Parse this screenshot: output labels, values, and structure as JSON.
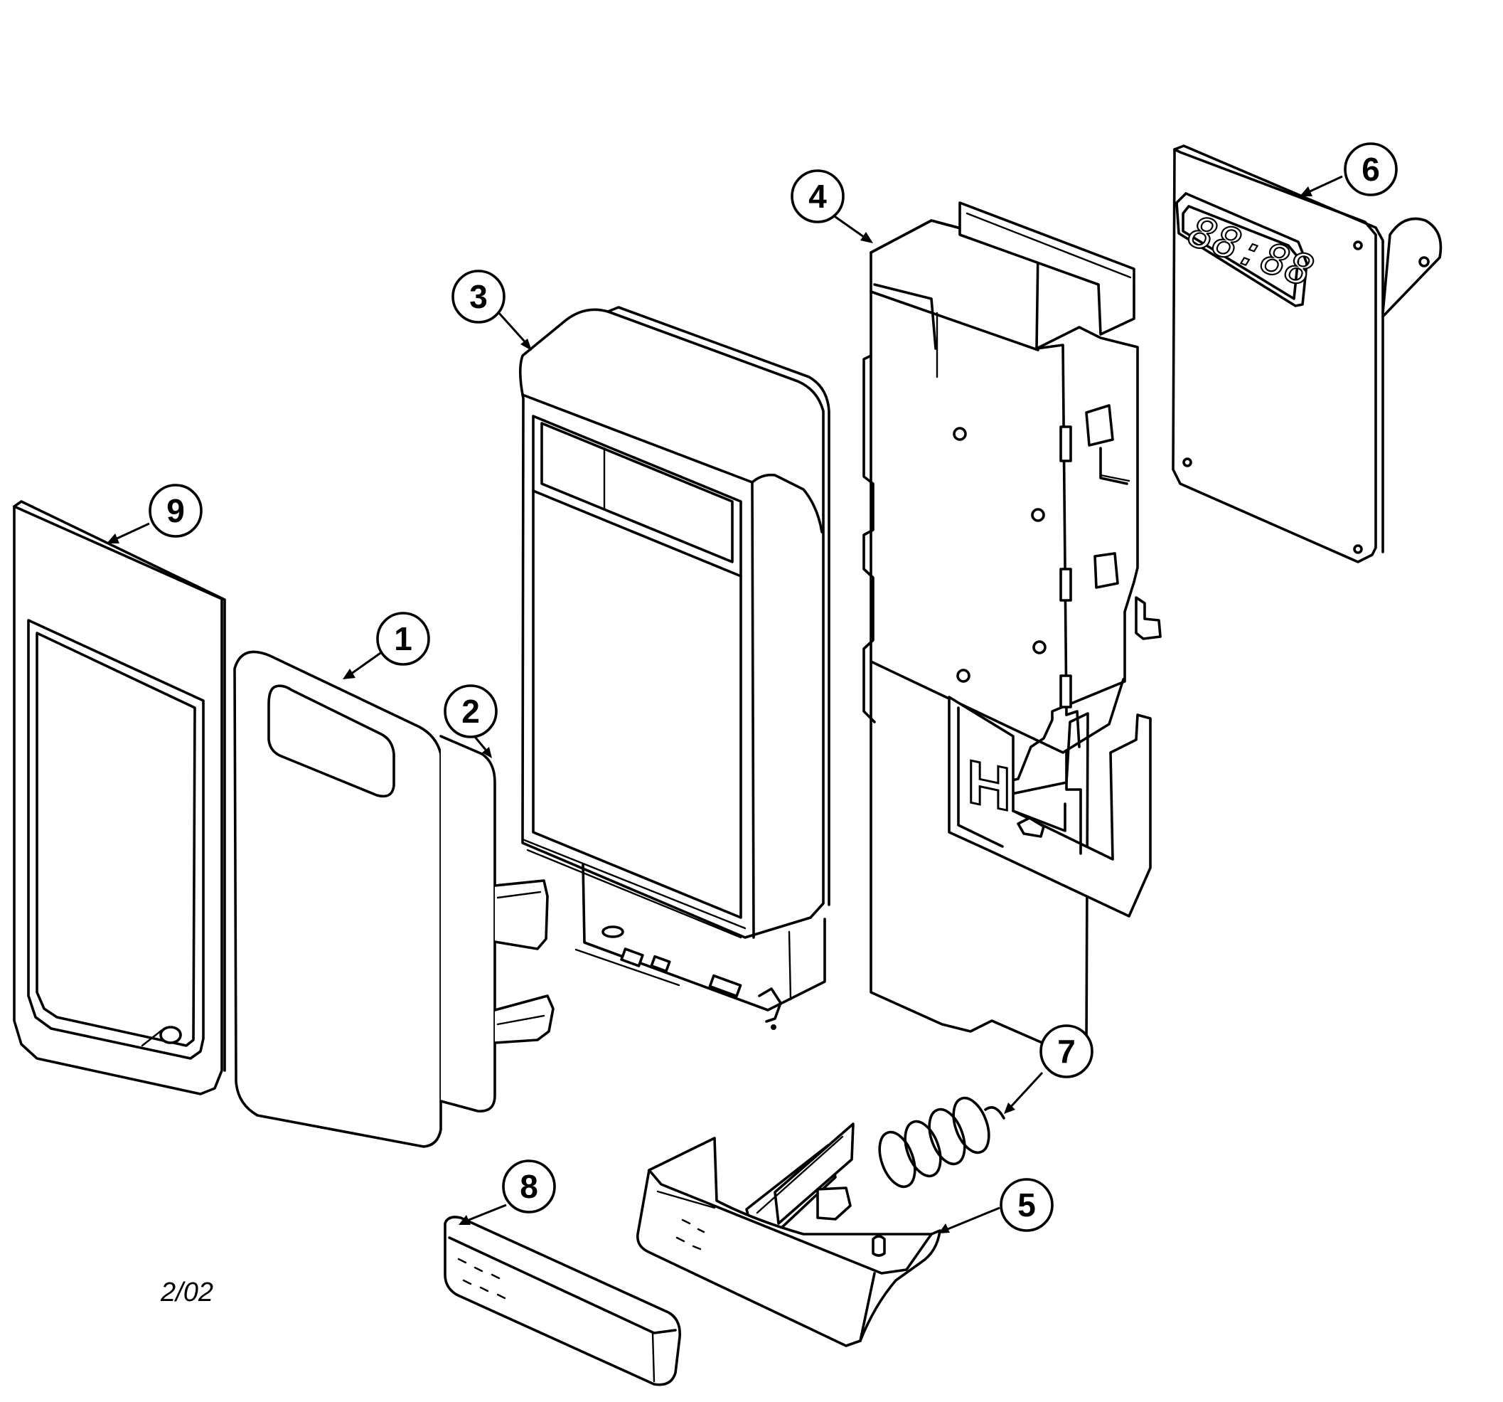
{
  "callouts": [
    {
      "id": "1",
      "label": "1"
    },
    {
      "id": "2",
      "label": "2"
    },
    {
      "id": "3",
      "label": "3"
    },
    {
      "id": "4",
      "label": "4"
    },
    {
      "id": "5",
      "label": "5"
    },
    {
      "id": "6",
      "label": "6"
    },
    {
      "id": "7",
      "label": "7"
    },
    {
      "id": "8",
      "label": "8"
    },
    {
      "id": "9",
      "label": "9"
    }
  ],
  "display_readout": "88:88",
  "board_marking": "H",
  "date_code": "2/02"
}
